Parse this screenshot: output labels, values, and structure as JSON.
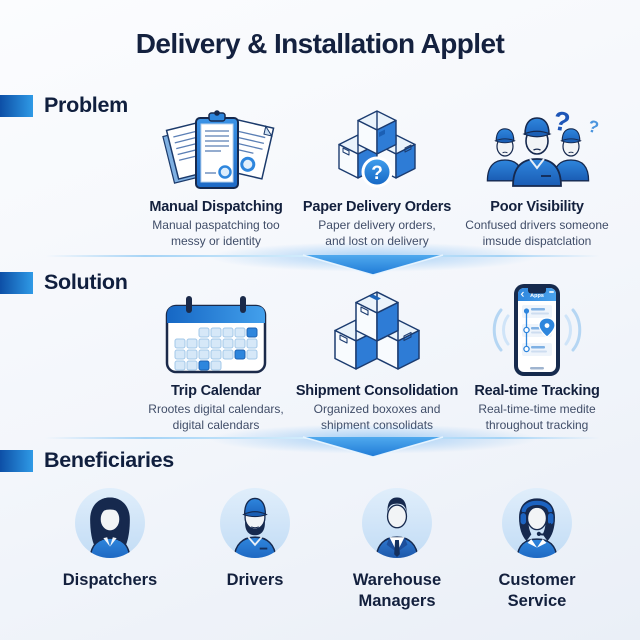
{
  "title": "Delivery & Installation Applet",
  "icons": {
    "question_mark": "?",
    "phone_app_title": "Apps"
  },
  "colors": {
    "accent_blue": "#2e86dd",
    "dark_navy": "#14213f",
    "section_bar_gradient": [
      "#0d4fa6",
      "#2f9ae6"
    ],
    "avatar_circle": "#cfe3f7",
    "background": "#f3f6fb"
  },
  "sections": {
    "problem": {
      "label": "Problem",
      "items": [
        {
          "title": "Manual Dispatching",
          "subtitle": "Manual paspatching too\nmessy or identity"
        },
        {
          "title": "Paper Delivery Orders",
          "subtitle": "Paper delivery orders,\nand lost on delivery"
        },
        {
          "title": "Poor Visibility",
          "subtitle": "Confused drivers someone\nimsude dispatclation"
        }
      ]
    },
    "solution": {
      "label": "Solution",
      "items": [
        {
          "title": "Trip Calendar",
          "subtitle": "Rrootes digital calendars,\ndigital calendars"
        },
        {
          "title": "Shipment Consolidation",
          "subtitle": "Organized boxoxes and\nshipment consolidats"
        },
        {
          "title": "Real-time Tracking",
          "subtitle": "Real-time-time medite\nthroughout tracking"
        }
      ]
    },
    "beneficiaries": {
      "label": "Beneficiaries",
      "items": [
        {
          "label": "Dispatchers"
        },
        {
          "label": "Drivers"
        },
        {
          "label": "Warehouse Managers"
        },
        {
          "label": "Customer Service"
        }
      ]
    }
  }
}
